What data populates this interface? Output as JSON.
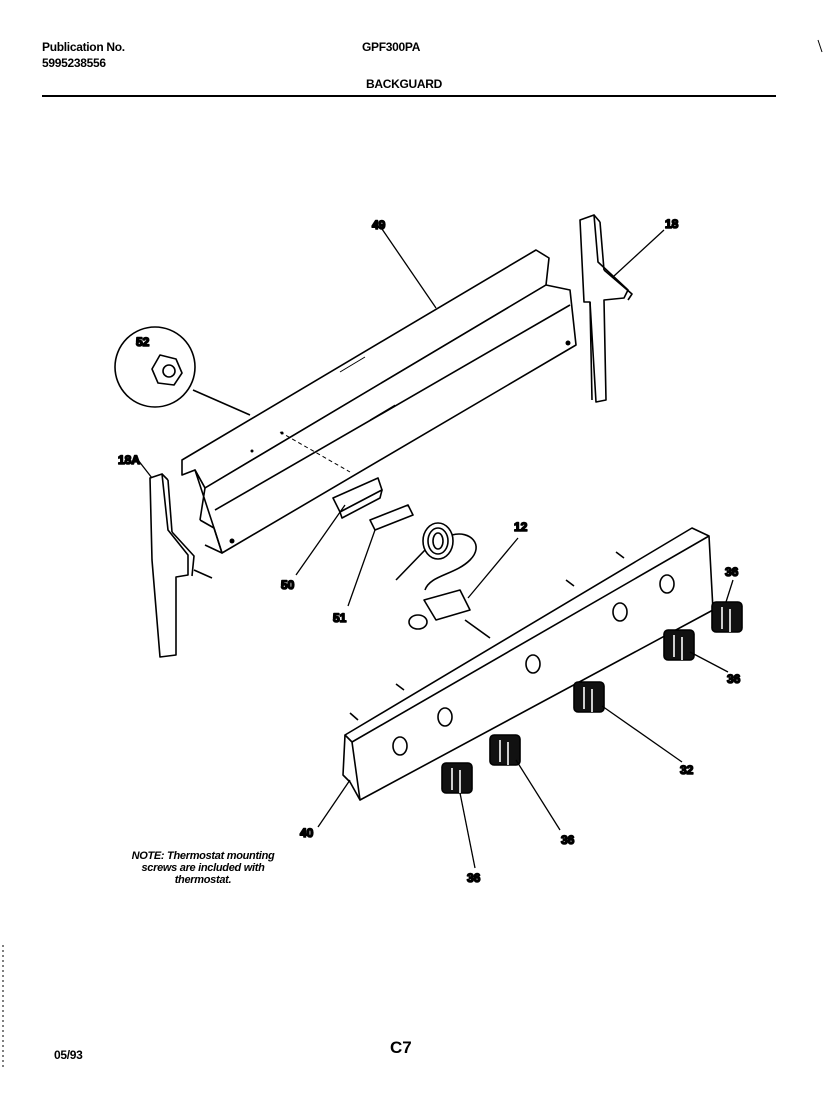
{
  "header": {
    "publication_label": "Publication No.",
    "publication_number": "5995238556",
    "model": "GPF300PA",
    "section": "BACKGUARD"
  },
  "parts": {
    "p49": "49",
    "p18": "18",
    "p52": "52",
    "p18a": "18A",
    "p12": "12",
    "p36a": "36",
    "p36b": "36",
    "p36c": "36",
    "p36d": "36",
    "p32": "32",
    "p50": "50",
    "p51": "51",
    "p40": "40"
  },
  "note": {
    "line1": "NOTE: Thermostat mounting",
    "line2": "screws are included with",
    "line3": "thermostat."
  },
  "footer": {
    "date": "05/93",
    "page_code": "C7"
  }
}
